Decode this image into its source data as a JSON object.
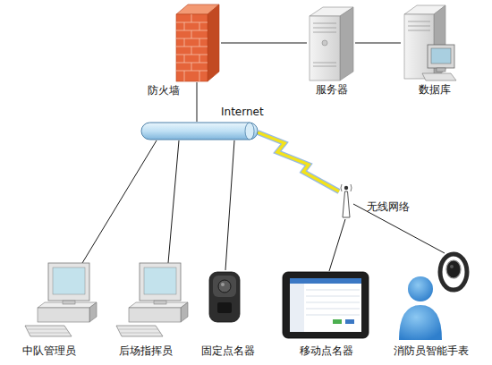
{
  "diagram": {
    "nodes": [
      {
        "text": [
          "防火墙"
        ]
      },
      {
        "text": [
          "服务器"
        ]
      },
      {
        "text": [
          "数据库"
        ]
      },
      {
        "text": [
          "Internet"
        ]
      },
      {
        "text": [
          "无线网络"
        ]
      },
      {
        "text": [
          "中队管理员"
        ]
      },
      {
        "text": [
          "后场指挥员"
        ]
      },
      {
        "text": [
          "固定点名器"
        ]
      },
      {
        "text": [
          "移动点名器"
        ]
      },
      {
        "text": [
          "消防员智能手表"
        ]
      }
    ],
    "edges": [
      {
        "from": 0,
        "to": 1,
        "arrow": "none"
      },
      {
        "from": 1,
        "to": 2,
        "arrow": "none"
      },
      {
        "from": 0,
        "to": 3,
        "arrow": "none"
      },
      {
        "from": 3,
        "to": 4,
        "arrow": "none"
      },
      {
        "from": 3,
        "to": 5,
        "arrow": "none"
      },
      {
        "from": 3,
        "to": 6,
        "arrow": "none"
      },
      {
        "from": 3,
        "to": 7,
        "arrow": "none"
      },
      {
        "from": 4,
        "to": 8,
        "arrow": "none"
      },
      {
        "from": 4,
        "to": 9,
        "arrow": "none"
      }
    ]
  }
}
